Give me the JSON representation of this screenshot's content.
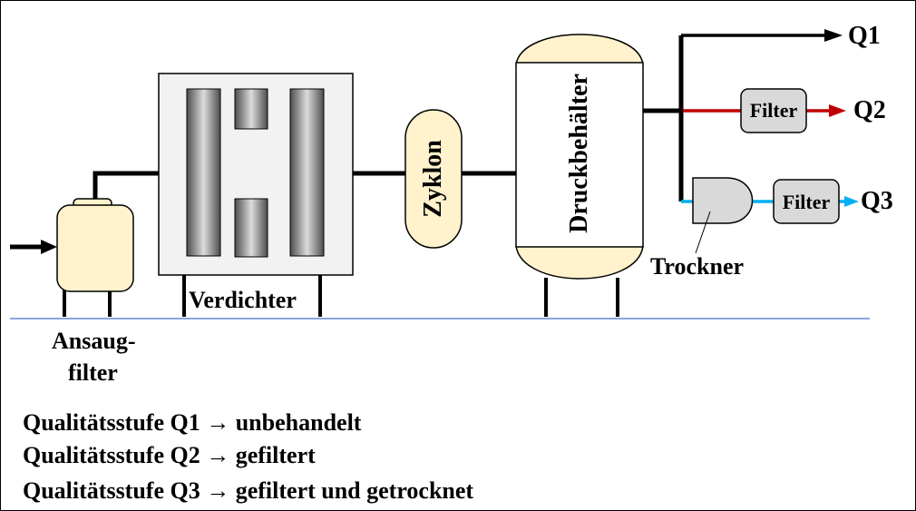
{
  "labels": {
    "compressor": "Verdichter",
    "intake_filter_line1": "Ansaug-",
    "intake_filter_line2": "filter",
    "cyclone": "Zyklon",
    "pressure_vessel": "Druckbehälter",
    "dryer": "Trockner",
    "filter_q2": "Filter",
    "filter_q3": "Filter"
  },
  "outputs": {
    "q1": "Q1",
    "q2": "Q2",
    "q3": "Q3"
  },
  "legend": [
    "Qualitätsstufe Q1 → unbehandelt",
    "Qualitätsstufe Q2 → gefiltert",
    "Qualitätsstufe Q3 → gefiltert und getrocknet"
  ],
  "colors": {
    "tank_fill": "#fff2cc",
    "compressor_fill": "#f2f2f2",
    "component_fill": "#d9d9d9",
    "q1_line": "#000000",
    "q2_line": "#c00000",
    "q3_line": "#00b0f0",
    "ground_line": "#4472c4"
  }
}
